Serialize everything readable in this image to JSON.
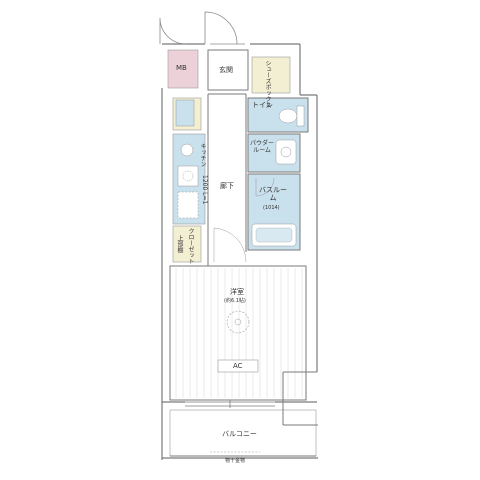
{
  "rooms": {
    "mb": "MB",
    "entrance": "玄関",
    "shoe_box": "シューズボックス",
    "toilet": "トイレ",
    "powder_room": "パウダールーム",
    "corridor": "廊下",
    "bath_room": "バスルーム",
    "bath_size": "(1014)",
    "western_room": "洋室",
    "western_size": "(約6.1帖)",
    "balcony": "バルコニー"
  },
  "fixtures": {
    "ac": "AC",
    "kitchen": "キッチン",
    "kitchen_width": "1200 L=1",
    "upper_shelf": "上部棚",
    "closet": "クローゼット",
    "handrail": "物干金物"
  },
  "colors": {
    "wet_area": "#c9e0ed",
    "storage": "#f3efd2",
    "mb_box": "#ecd2d8",
    "wall": "#7a7a7a",
    "floor_line": "#d6d6d6"
  }
}
